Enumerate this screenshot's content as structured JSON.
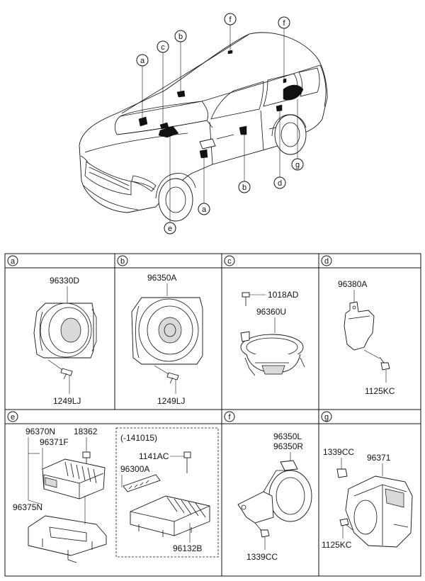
{
  "callouts": [
    "a",
    "b",
    "c",
    "d",
    "e",
    "f",
    "g"
  ],
  "panels": {
    "a": {
      "letter": "a",
      "parts": [
        "96330D",
        "1249LJ"
      ]
    },
    "b": {
      "letter": "b",
      "parts": [
        "96350A",
        "1249LJ"
      ]
    },
    "c": {
      "letter": "c",
      "parts": [
        "1018AD",
        "96360U"
      ]
    },
    "d": {
      "letter": "d",
      "parts": [
        "96380A",
        "1125KC"
      ]
    },
    "e": {
      "letter": "e",
      "parts": [
        "96370N",
        "96371F",
        "18362",
        "96375N"
      ],
      "variant": "(-141015)",
      "variant_parts": [
        "1141AC",
        "96300A",
        "96132B"
      ]
    },
    "f": {
      "letter": "f",
      "parts": [
        "96350L",
        "96350R",
        "1339CC"
      ]
    },
    "g": {
      "letter": "g",
      "parts": [
        "1339CC",
        "96371",
        "1125KC"
      ]
    }
  }
}
